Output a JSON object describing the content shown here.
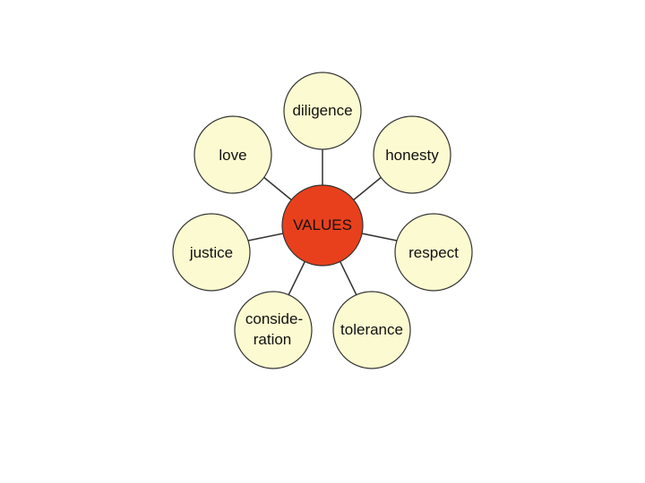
{
  "diagram": {
    "center": {
      "label": "VALUES",
      "fill_color": "#e8401c"
    },
    "petal_fill_color": "#fcfad0",
    "outline_color": "#333333",
    "petals": [
      {
        "id": "diligence",
        "label": "diligence"
      },
      {
        "id": "honesty",
        "label": "honesty"
      },
      {
        "id": "respect",
        "label": "respect"
      },
      {
        "id": "tolerance",
        "label": "tolerance"
      },
      {
        "id": "consideration",
        "label_line1": "conside-",
        "label_line2": "ration"
      },
      {
        "id": "justice",
        "label": "justice"
      },
      {
        "id": "love",
        "label": "love"
      }
    ]
  }
}
